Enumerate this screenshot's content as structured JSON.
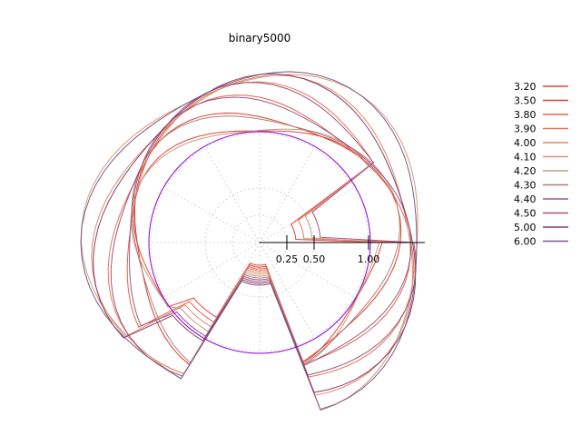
{
  "chart_data": {
    "type": "line",
    "subtype": "polar",
    "title": "binary5000",
    "radial_ticks": [
      "0.25",
      "0.50",
      "1.00"
    ],
    "radial_tick_values": [
      0.25,
      0.5,
      1.0
    ],
    "grid": true,
    "legend_position": "right",
    "series": [
      {
        "name": "3.20",
        "color": "#e8453c"
      },
      {
        "name": "3.50",
        "color": "#d8402f"
      },
      {
        "name": "3.80",
        "color": "#e2624a"
      },
      {
        "name": "3.90",
        "color": "#e47656"
      },
      {
        "name": "4.00",
        "color": "#dc8a6a"
      },
      {
        "name": "4.10",
        "color": "#d89a78"
      },
      {
        "name": "4.20",
        "color": "#c69a84"
      },
      {
        "name": "4.30",
        "color": "#b0807a"
      },
      {
        "name": "4.40",
        "color": "#9a5a86"
      },
      {
        "name": "4.50",
        "color": "#a8507e"
      },
      {
        "name": "5.00",
        "color": "#8c3c6a"
      },
      {
        "name": "6.00",
        "color": "#7a5a86"
      }
    ]
  }
}
